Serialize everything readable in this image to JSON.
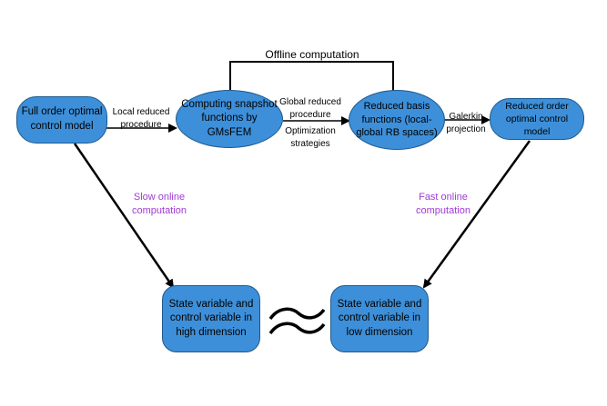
{
  "nodes": {
    "full_order": "Full order optimal\ncontrol model",
    "snapshot": "Computing snapshot\nfunctions by GMsFEM",
    "reduced_basis": "Reduced basis\nfunctions (local-\nglobal RB spaces)",
    "reduced_order": "Reduced order\noptimal control model",
    "high_dim": "State variable and\ncontrol variable in\nhigh dimension",
    "low_dim": "State variable and\ncontrol variable in\nlow dimension"
  },
  "edges": {
    "local_reduced": "Local reduced\nprocedure",
    "global_reduced": "Global reduced\nprocedure",
    "optimization": "Optimization\nstrategies",
    "galerkin": "Galerkin\nprojection",
    "offline": "Offline computation",
    "slow_online": "Slow  online\ncomputation",
    "fast_online": "Fast online\ncomputation"
  },
  "colors": {
    "node_fill": "#3d8fd9",
    "node_border": "#1f5a8e",
    "online_label": "#a03ad6"
  }
}
